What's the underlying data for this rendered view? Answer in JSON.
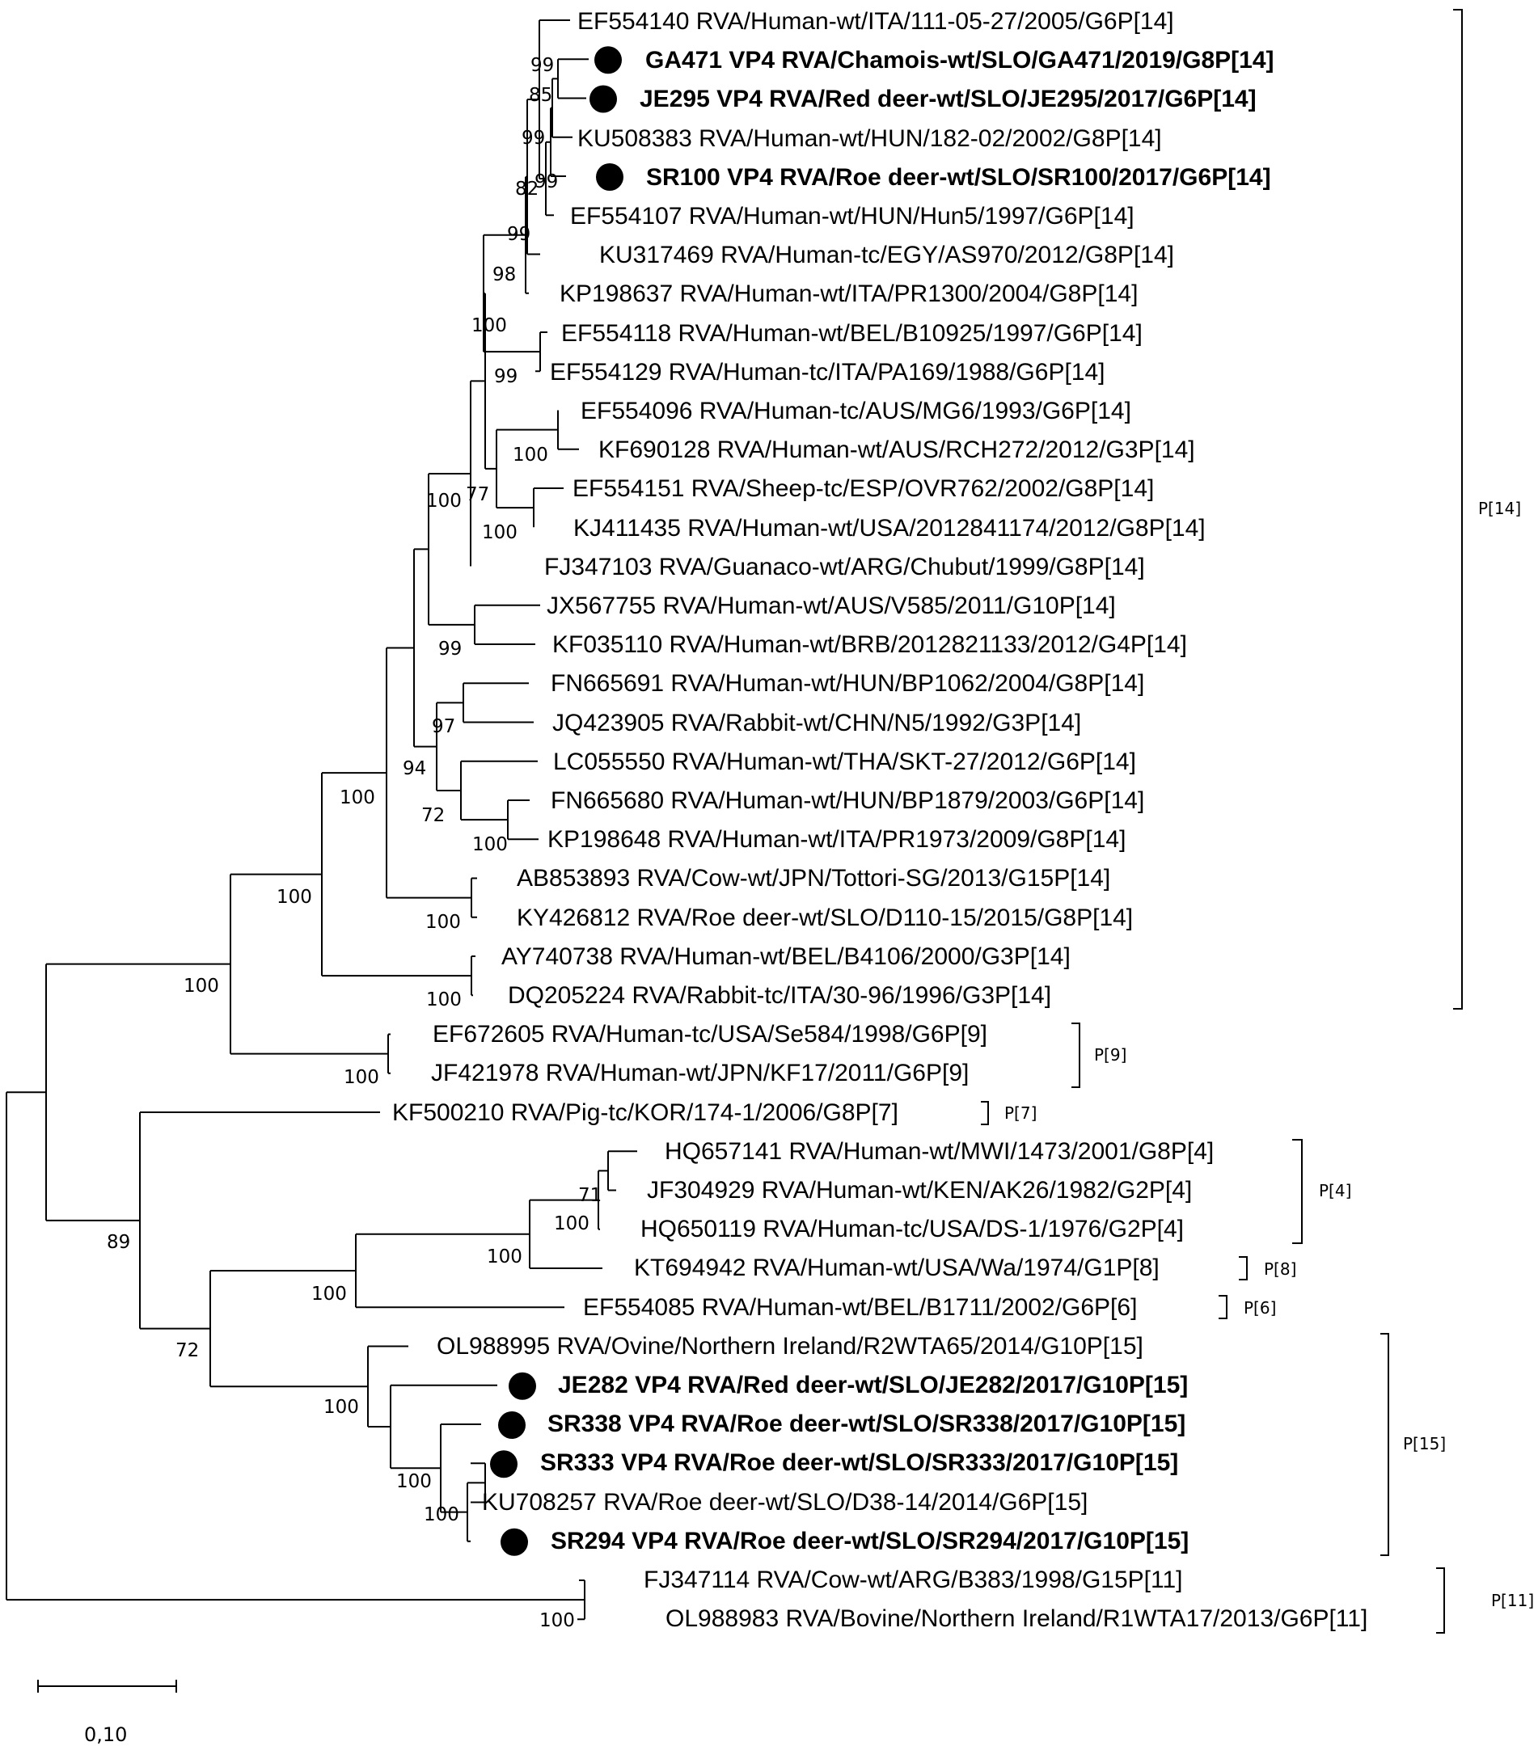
{
  "tree": {
    "leaves": [
      {
        "text": "EF554140 RVA/Human-wt/ITA/111-05-27/2005/G6P[14]",
        "bold": false,
        "dot": false
      },
      {
        "text": "GA471 VP4 RVA/Chamois-wt/SLO/GA471/2019/G8P[14]",
        "bold": true,
        "dot": true
      },
      {
        "text": "JE295 VP4 RVA/Red deer-wt/SLO/JE295/2017/G6P[14]",
        "bold": true,
        "dot": true
      },
      {
        "text": "KU508383 RVA/Human-wt/HUN/182-02/2002/G8P[14]",
        "bold": false,
        "dot": false
      },
      {
        "text": "SR100 VP4 RVA/Roe deer-wt/SLO/SR100/2017/G6P[14]",
        "bold": true,
        "dot": true
      },
      {
        "text": "EF554107 RVA/Human-wt/HUN/Hun5/1997/G6P[14]",
        "bold": false,
        "dot": false
      },
      {
        "text": "KU317469 RVA/Human-tc/EGY/AS970/2012/G8P[14]",
        "bold": false,
        "dot": false
      },
      {
        "text": "KP198637 RVA/Human-wt/ITA/PR1300/2004/G8P[14]",
        "bold": false,
        "dot": false
      },
      {
        "text": "EF554118 RVA/Human-wt/BEL/B10925/1997/G6P[14]",
        "bold": false,
        "dot": false
      },
      {
        "text": "EF554129 RVA/Human-tc/ITA/PA169/1988/G6P[14]",
        "bold": false,
        "dot": false
      },
      {
        "text": "EF554096 RVA/Human-tc/AUS/MG6/1993/G6P[14]",
        "bold": false,
        "dot": false
      },
      {
        "text": "KF690128 RVA/Human-wt/AUS/RCH272/2012/G3P[14]",
        "bold": false,
        "dot": false
      },
      {
        "text": "EF554151 RVA/Sheep-tc/ESP/OVR762/2002/G8P[14]",
        "bold": false,
        "dot": false
      },
      {
        "text": "KJ411435 RVA/Human-wt/USA/2012841174/2012/G8P[14]",
        "bold": false,
        "dot": false
      },
      {
        "text": "FJ347103 RVA/Guanaco-wt/ARG/Chubut/1999/G8P[14]",
        "bold": false,
        "dot": false
      },
      {
        "text": "JX567755 RVA/Human-wt/AUS/V585/2011/G10P[14]",
        "bold": false,
        "dot": false
      },
      {
        "text": "KF035110 RVA/Human-wt/BRB/2012821133/2012/G4P[14]",
        "bold": false,
        "dot": false
      },
      {
        "text": "FN665691 RVA/Human-wt/HUN/BP1062/2004/G8P[14]",
        "bold": false,
        "dot": false
      },
      {
        "text": "JQ423905 RVA/Rabbit-wt/CHN/N5/1992/G3P[14]",
        "bold": false,
        "dot": false
      },
      {
        "text": "LC055550 RVA/Human-wt/THA/SKT-27/2012/G6P[14]",
        "bold": false,
        "dot": false
      },
      {
        "text": "FN665680 RVA/Human-wt/HUN/BP1879/2003/G6P[14]",
        "bold": false,
        "dot": false
      },
      {
        "text": "KP198648 RVA/Human-wt/ITA/PR1973/2009/G8P[14]",
        "bold": false,
        "dot": false
      },
      {
        "text": "AB853893 RVA/Cow-wt/JPN/Tottori-SG/2013/G15P[14]",
        "bold": false,
        "dot": false
      },
      {
        "text": "KY426812 RVA/Roe deer-wt/SLO/D110-15/2015/G8P[14]",
        "bold": false,
        "dot": false
      },
      {
        "text": "AY740738 RVA/Human-wt/BEL/B4106/2000/G3P[14]",
        "bold": false,
        "dot": false
      },
      {
        "text": "DQ205224 RVA/Rabbit-tc/ITA/30-96/1996/G3P[14]",
        "bold": false,
        "dot": false
      },
      {
        "text": "EF672605 RVA/Human-tc/USA/Se584/1998/G6P[9]",
        "bold": false,
        "dot": false
      },
      {
        "text": "JF421978 RVA/Human-wt/JPN/KF17/2011/G6P[9]",
        "bold": false,
        "dot": false
      },
      {
        "text": "KF500210 RVA/Pig-tc/KOR/174-1/2006/G8P[7]",
        "bold": false,
        "dot": false
      },
      {
        "text": "HQ657141 RVA/Human-wt/MWI/1473/2001/G8P[4]",
        "bold": false,
        "dot": false
      },
      {
        "text": "JF304929 RVA/Human-wt/KEN/AK26/1982/G2P[4]",
        "bold": false,
        "dot": false
      },
      {
        "text": "HQ650119 RVA/Human-tc/USA/DS-1/1976/G2P[4]",
        "bold": false,
        "dot": false
      },
      {
        "text": "KT694942 RVA/Human-wt/USA/Wa/1974/G1P[8]",
        "bold": false,
        "dot": false
      },
      {
        "text": "EF554085 RVA/Human-wt/BEL/B1711/2002/G6P[6]",
        "bold": false,
        "dot": false
      },
      {
        "text": "OL988995 RVA/Ovine/Northern Ireland/R2WTA65/2014/G10P[15]",
        "bold": false,
        "dot": false
      },
      {
        "text": "JE282 VP4 RVA/Red deer-wt/SLO/JE282/2017/G10P[15]",
        "bold": true,
        "dot": true
      },
      {
        "text": "SR338 VP4 RVA/Roe deer-wt/SLO/SR338/2017/G10P[15]",
        "bold": true,
        "dot": true
      },
      {
        "text": "SR333 VP4 RVA/Roe deer-wt/SLO/SR333/2017/G10P[15]",
        "bold": true,
        "dot": true
      },
      {
        "text": "KU708257 RVA/Roe deer-wt/SLO/D38-14/2014/G6P[15]",
        "bold": false,
        "dot": false
      },
      {
        "text": "SR294 VP4 RVA/Roe deer-wt/SLO/SR294/2017/G10P[15]",
        "bold": true,
        "dot": true
      },
      {
        "text": "FJ347114 RVA/Cow-wt/ARG/B383/1998/G15P[11]",
        "bold": false,
        "dot": false
      },
      {
        "text": "OL988983 RVA/Bovine/Northern Ireland/R1WTA17/2013/G6P[11]",
        "bold": false,
        "dot": false
      }
    ],
    "bootstrap_values": [
      "99",
      "85",
      "99",
      "82",
      "99",
      "99",
      "98",
      "100",
      "99",
      "100",
      "100",
      "77",
      "100",
      "99",
      "97",
      "94",
      "72",
      "100",
      "100",
      "100",
      "100",
      "100",
      "100",
      "100",
      "89",
      "71",
      "100",
      "100",
      "100",
      "72",
      "100",
      "100",
      "100",
      "100"
    ],
    "clades": [
      "P[14]",
      "P[9]",
      "P[7]",
      "P[4]",
      "P[8]",
      "P[6]",
      "P[15]",
      "P[11]"
    ],
    "scale_bar": {
      "label": "0,10",
      "value": 0.1
    }
  }
}
